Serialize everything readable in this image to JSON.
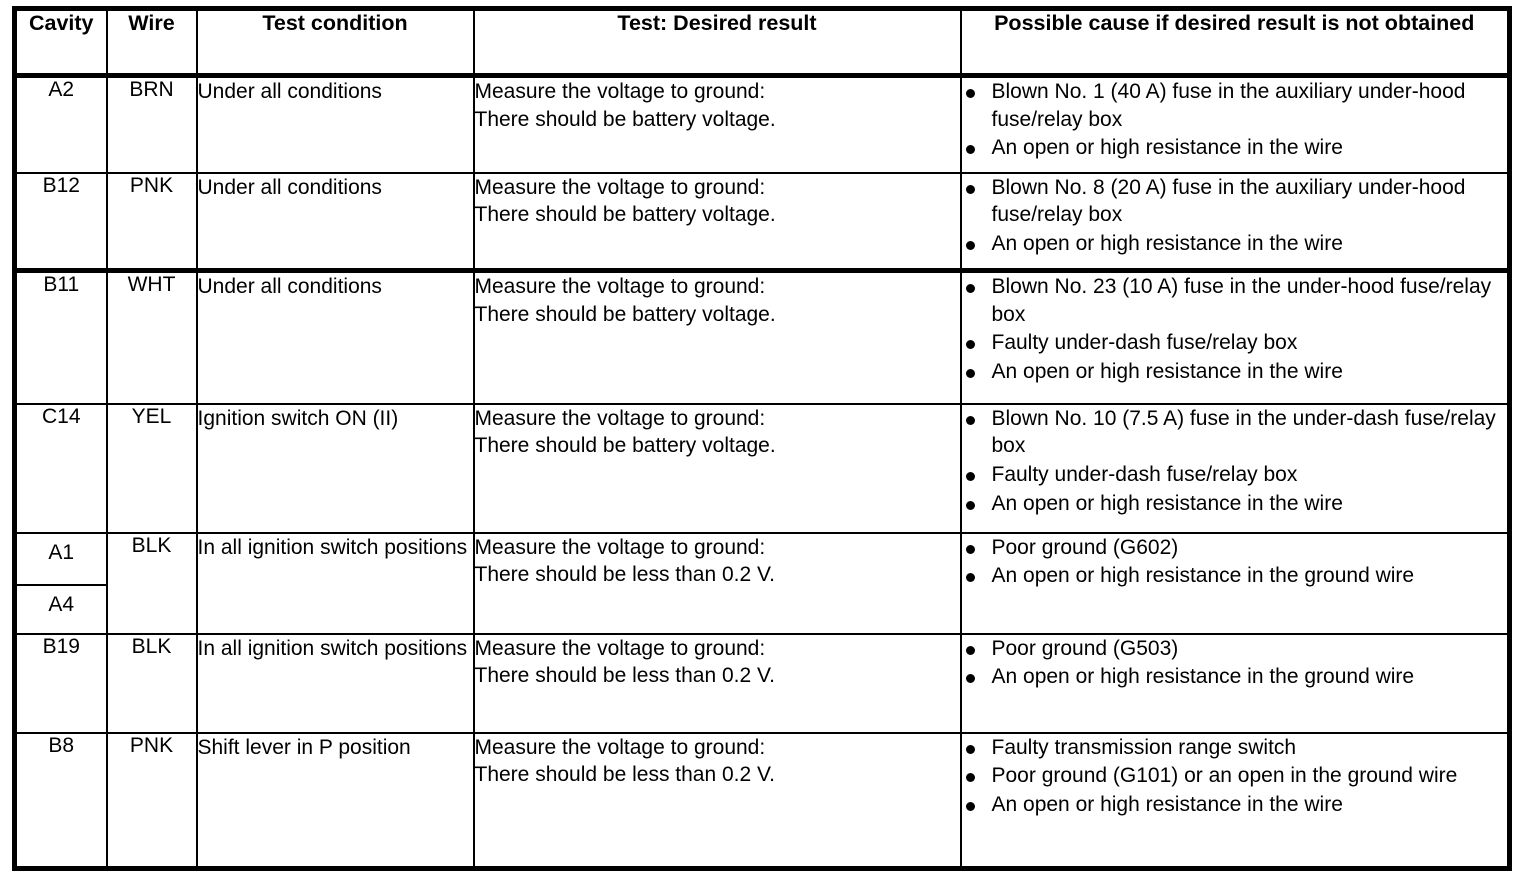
{
  "table": {
    "headers": [
      {
        "key": "cavity",
        "label": "Cavity"
      },
      {
        "key": "wire",
        "label": "Wire"
      },
      {
        "key": "condition",
        "label": "Test condition"
      },
      {
        "key": "test",
        "label": "Test: Desired result"
      },
      {
        "key": "cause",
        "label": "Possible cause if desired result is not obtained"
      }
    ],
    "rows": [
      {
        "cavity": "A2",
        "wire": "BRN",
        "condition": "Under all conditions",
        "test_line1": "Measure the voltage to ground:",
        "test_line2": "There should be battery voltage.",
        "causes": [
          "Blown No. 1 (40 A) fuse in the auxiliary under-hood fuse/relay box",
          "An open or high resistance in the wire"
        ]
      },
      {
        "cavity": "B12",
        "wire": "PNK",
        "condition": "Under all conditions",
        "test_line1": "Measure the voltage to ground:",
        "test_line2": "There should be battery voltage.",
        "causes": [
          "Blown No. 8 (20 A) fuse in the auxiliary under-hood fuse/relay box",
          "An open or high resistance in the wire"
        ]
      },
      {
        "cavity": "B11",
        "wire": "WHT",
        "condition": "Under all conditions",
        "test_line1": "Measure the voltage to ground:",
        "test_line2": "There should be battery voltage.",
        "causes": [
          "Blown No. 23 (10 A) fuse in the under-hood fuse/relay box",
          "Faulty under-dash fuse/relay box",
          "An open or high resistance in the wire"
        ]
      },
      {
        "cavity": "C14",
        "wire": "YEL",
        "condition": "Ignition switch ON (II)",
        "test_line1": "Measure the voltage to ground:",
        "test_line2": "There should be battery voltage.",
        "causes": [
          "Blown No. 10 (7.5 A) fuse in the under-dash fuse/relay box",
          "Faulty under-dash fuse/relay box",
          "An open or high resistance in the wire"
        ]
      },
      {
        "cavity": "A1",
        "cavity_second": "A4",
        "wire": "BLK",
        "condition": "In all ignition switch positions",
        "test_line1": "Measure the voltage to ground:",
        "test_line2": "There should be less than 0.2 V.",
        "causes": [
          "Poor ground (G602)",
          "An open or high resistance in the ground wire"
        ]
      },
      {
        "cavity": "B19",
        "wire": "BLK",
        "condition": "In all ignition switch positions",
        "test_line1": "Measure the voltage to ground:",
        "test_line2": "There should be less than 0.2 V.",
        "causes": [
          "Poor ground (G503)",
          "An open or high resistance in the ground wire"
        ]
      },
      {
        "cavity": "B8",
        "wire": "PNK",
        "condition": "Shift lever in P position",
        "test_line1": "Measure the voltage to ground:",
        "test_line2": "There should be less than 0.2 V.",
        "causes": [
          "Faulty transmission range switch",
          "Poor ground (G101) or an open in the ground wire",
          "An open or high resistance in the wire"
        ]
      }
    ]
  },
  "colors": {
    "ink": "#000000",
    "paper": "#ffffff"
  }
}
